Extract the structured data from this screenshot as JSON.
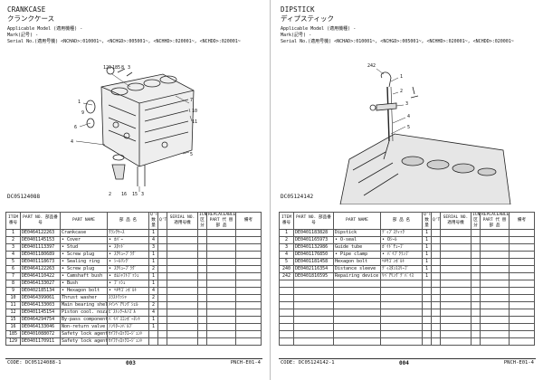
{
  "left": {
    "title": "CRANKCASE",
    "title_jp": "クランクケース",
    "applicable_model": "Applicable Model (適用機種) -",
    "mark": "Mark(記号) -",
    "serial": "Serial No.(適用号機) <NCHAD>:010001~, <NCHGD>:005001~, <NCHHD>:020001~, <NCHDD>:020001~",
    "figure_labels": [
      "129",
      "185",
      "8",
      "3",
      "7",
      "10",
      "11",
      "1",
      "6",
      "9",
      "4",
      "5",
      "2",
      "16",
      "15",
      "3"
    ],
    "figure_code": "DC05124088",
    "rows": [
      {
        "item": "1",
        "part": "DE0464122263",
        "name": "Crankcase",
        "jp": "ｸﾗﾝｸｹｰｽ",
        "qty": "1"
      },
      {
        "item": "2",
        "part": "DE0401145153",
        "name": "• Cover",
        "jp": "• ｶﾊﾞｰ",
        "qty": "4"
      },
      {
        "item": "3",
        "part": "DE0401113397",
        "name": "• Stud",
        "jp": "• ｽﾀｯﾄﾞ",
        "qty": "3"
      },
      {
        "item": "4",
        "part": "DE0401180689",
        "name": "• Screw plug",
        "jp": "• ｽｸﾘｭｰﾌﾟﾗｸﾞ",
        "qty": "1"
      },
      {
        "item": "5",
        "part": "DE0401118673",
        "name": "• Sealing ring",
        "jp": "• ｼｰﾙﾘﾝｸﾞ",
        "qty": "1"
      },
      {
        "item": "6",
        "part": "DE0464122263",
        "name": "• Screw plug",
        "jp": "• ｽｸﾘｭｰﾌﾟﾗｸﾞ",
        "qty": "2"
      },
      {
        "item": "7",
        "part": "DE0464110422",
        "name": "• Camshaft bush",
        "jp": "• ｶﾑｼｬﾌﾄﾌﾞｯｼｭ",
        "qty": "1"
      },
      {
        "item": "8",
        "part": "DE0464133027",
        "name": "• Bush",
        "jp": "• ﾌﾞｯｼｭ",
        "qty": "1"
      },
      {
        "item": "9",
        "part": "DE0402185134",
        "name": "• Hexagon bolt",
        "jp": "• ﾍｷｻｺﾞﾝﾎﾞﾙﾄ",
        "qty": "4"
      },
      {
        "item": "10",
        "part": "DE0464399061",
        "name": "Thrust washer",
        "jp": "ｽﾗｽﾄﾜｯｼｬ",
        "qty": "2"
      },
      {
        "item": "11",
        "part": "DE0464133003",
        "name": "Main bearing shells",
        "jp": "ﾒｲﾝﾍﾞｱﾘﾝｸﾞｼｪﾙ",
        "qty": "2"
      },
      {
        "item": "12",
        "part": "DE0401145154",
        "name": "Piston cool. nozzle",
        "jp": "ﾋﾟｽﾄﾝｸｰﾙﾉｽﾞﾙ",
        "qty": "4"
      },
      {
        "item": "15",
        "part": "DE0464294754",
        "name": "By-pass component",
        "jp": "ﾊﾞｲﾊﾟｽｺﾝﾎﾟｰﾈﾝﾄ",
        "qty": "1"
      },
      {
        "item": "16",
        "part": "DE0464133046",
        "name": "Non-return valve",
        "jp": "ﾉﾝﾘﾀｰﾝﾊﾞﾙﾌﾞ",
        "qty": "1"
      },
      {
        "item": "185",
        "part": "DE0401088072",
        "name": "Safety lock agent",
        "jp": "ｾｲﾌﾃｨﾛｯｸｴｰｼﾞｪﾝﾄ",
        "qty": ""
      },
      {
        "item": "129",
        "part": "DE0401170911",
        "name": "Safety lock agent",
        "jp": "ｾｲﾌﾃｨﾛｯｸｴｰｼﾞｪﾝﾄ",
        "qty": ""
      }
    ],
    "code": "CODE: DC05124088-1",
    "page_no": "003",
    "page_mark": "PNCH-E01-4"
  },
  "right": {
    "title": "DIPSTICK",
    "title_jp": "ディプスティック",
    "applicable_model": "Applicable Model (適用機種) -",
    "mark": "Mark(記号) -",
    "serial": "Serial No.(適用号機) <NCHAD>:010001~, <NCHGD>:005001~, <NCHHD>:020001~, <NCHDD>:020001~",
    "figure_labels": [
      "242",
      "1",
      "2",
      "3",
      "4",
      "5"
    ],
    "figure_code": "DC05124142",
    "rows": [
      {
        "item": "1",
        "part": "DE0401183828",
        "name": "Dipstick",
        "jp": "ﾃﾞｨﾌﾟｽﾃｨｯｸ",
        "qty": "1"
      },
      {
        "item": "2",
        "part": "DE0401165973",
        "name": "• O-seal",
        "jp": "• Oｼｰﾙ",
        "qty": "1"
      },
      {
        "item": "3",
        "part": "DE0401132986",
        "name": "Guide tube",
        "jp": "ｶﾞｲﾄﾞﾁｭｰﾌﾞ",
        "qty": "1"
      },
      {
        "item": "4",
        "part": "DE0401176850",
        "name": "• Pipe clamp",
        "jp": "• ﾊﾟｲﾌﾟｸﾗﾝﾌﾟ",
        "qty": "1"
      },
      {
        "item": "5",
        "part": "DE0401181458",
        "name": "Hexagon bolt",
        "jp": "ﾍｷｻｺﾞﾝﾎﾞﾙﾄ",
        "qty": "1"
      },
      {
        "item": "240",
        "part": "DE0402116354",
        "name": "Distance sleeve",
        "jp": "ﾃﾞｨｽﾀﾝｽｽﾘｰﾌﾞ",
        "qty": "1"
      },
      {
        "item": "242",
        "part": "DE0401816595",
        "name": "Repairing device",
        "jp": "ﾘﾍﾟｱﾘﾝｸﾞﾃﾞﾊﾞｲｽ",
        "qty": "1"
      }
    ],
    "code": "CODE: DC05124142-1",
    "page_no": "004",
    "page_mark": "PNCH-E01-4"
  },
  "table_headers": {
    "item": "ITEM 番号",
    "part_no": "PART NO. 部品番号",
    "part_name": "PART NAME",
    "jp_name": "部 品 名",
    "qty": "Q'TY 数量",
    "col6": "Q'TY",
    "serial": "SERIAL NO. 適用号機",
    "col8": "ICN 区分",
    "replaceable": "REPLACEABLE PART 代 替 部 品",
    "part_no2": "PART NO. 部品番号",
    "remarks": "備考"
  }
}
